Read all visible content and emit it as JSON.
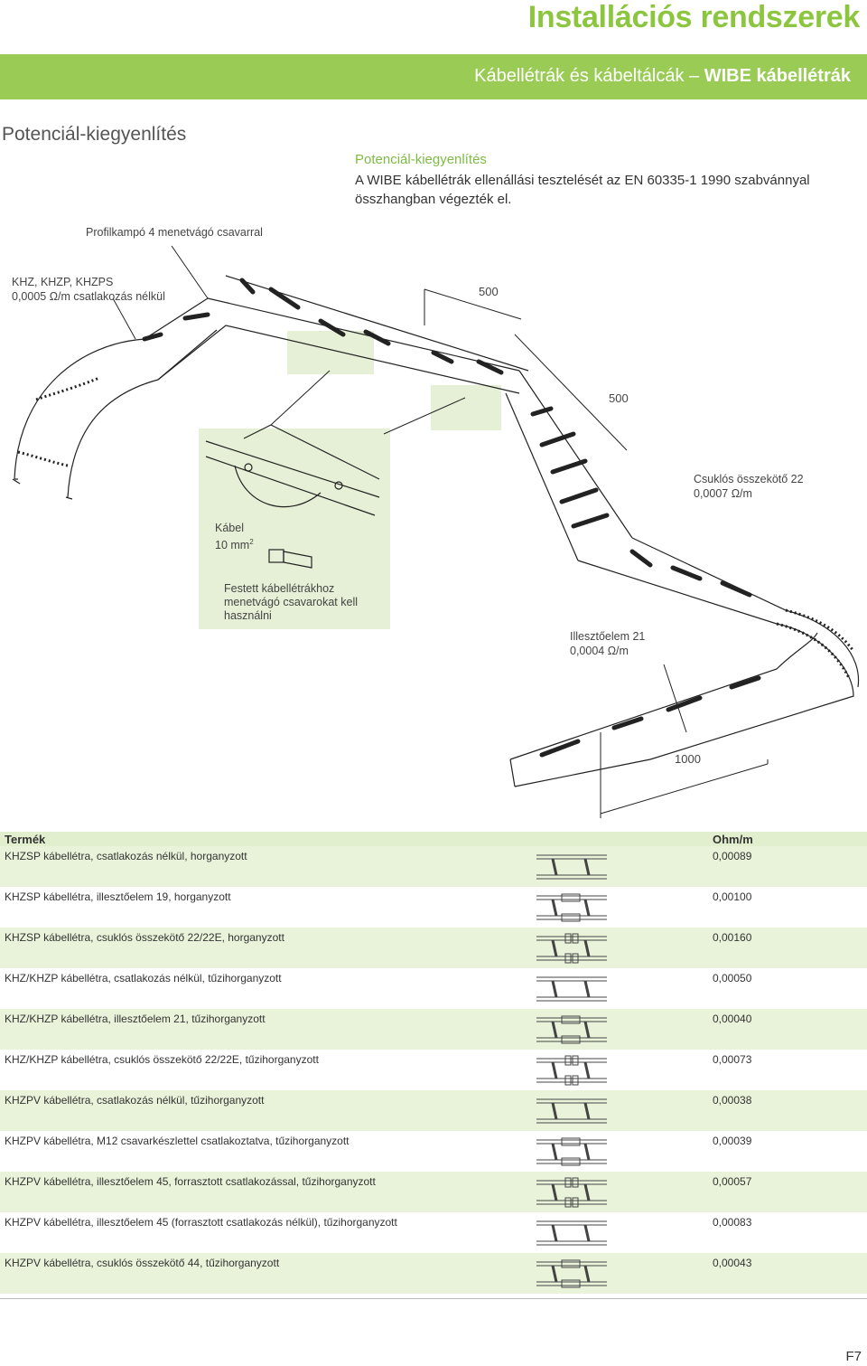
{
  "header": {
    "title": "Installációs rendszerek",
    "banner_main": "Kábellétrák és kábeltálcák – ",
    "banner_bold": "WIBE kábellétrák"
  },
  "section": {
    "title": "Potenciál-kiegyenlítés",
    "intro_heading": "Potenciál-kiegyenlítés",
    "intro_text": "A WIBE kábellétrák ellenállási tesztelését az EN 60335-1 1990 szabvánnyal összhangban végezték el."
  },
  "diagram": {
    "label_profil": "Profilkampó 4 menetvágó csavarral",
    "label_khz_1": "KHZ, KHZP, KHZPS",
    "label_khz_2": "0,0005 Ω/m csatlakozás nélkül",
    "dim_500_a": "500",
    "dim_500_b": "500",
    "dim_1000": "1000",
    "label_csuklos_1": "Csuklós összekötő 22",
    "label_csuklos_2": "0,0007 Ω/m",
    "label_kabel_1": "Kábel",
    "label_kabel_2": "10 mm",
    "label_kabel_sup": "2",
    "label_festett_1": "Festett kábellétrákhoz",
    "label_festett_2": "menetvágó csavarokat kell",
    "label_festett_3": "használni",
    "label_illeszt_1": "Illesztőelem 21",
    "label_illeszt_2": "0,0004 Ω/m"
  },
  "table": {
    "col_product": "Termék",
    "col_ohm": "Ohm/m",
    "rows": [
      {
        "name": "KHZSP kábellétra, csatlakozás nélkül, horganyzott",
        "value": "0,00089"
      },
      {
        "name": "KHZSP kábellétra, illesztőelem 19, horganyzott",
        "value": "0,00100"
      },
      {
        "name": "KHZSP kábellétra, csuklós összekötő 22/22E, horganyzott",
        "value": "0,00160"
      },
      {
        "name": "KHZ/KHZP kábellétra, csatlakozás nélkül, tűzihorganyzott",
        "value": "0,00050"
      },
      {
        "name": "KHZ/KHZP kábellétra, illesztőelem 21, tűzihorganyzott",
        "value": "0,00040"
      },
      {
        "name": "KHZ/KHZP kábellétra, csuklós összekötő 22/22E, tűzihorganyzott",
        "value": "0,00073"
      },
      {
        "name": "KHZPV kábellétra, csatlakozás nélkül, tűzihorganyzott",
        "value": "0,00038"
      },
      {
        "name": "KHZPV kábellétra, M12 csavarkészlettel csatlakoztatva, tűzihorganyzott",
        "value": "0,00039"
      },
      {
        "name": "KHZPV kábellétra, illesztőelem 45, forrasztott csatlakozással, tűzihorganyzott",
        "value": "0,00057"
      },
      {
        "name": "KHZPV kábellétra, illesztőelem 45 (forrasztott csatlakozás nélkül), tűzihorganyzott",
        "value": "0,00083"
      },
      {
        "name": "KHZPV kábellétra, csuklós összekötő 44, tűzihorganyzott",
        "value": "0,00043"
      }
    ]
  },
  "footer": {
    "page": "F7"
  },
  "colors": {
    "accent": "#8cc63f",
    "banner": "#9acc55",
    "row_alt": "#e9f3da",
    "callout": "#e6f0d6"
  }
}
